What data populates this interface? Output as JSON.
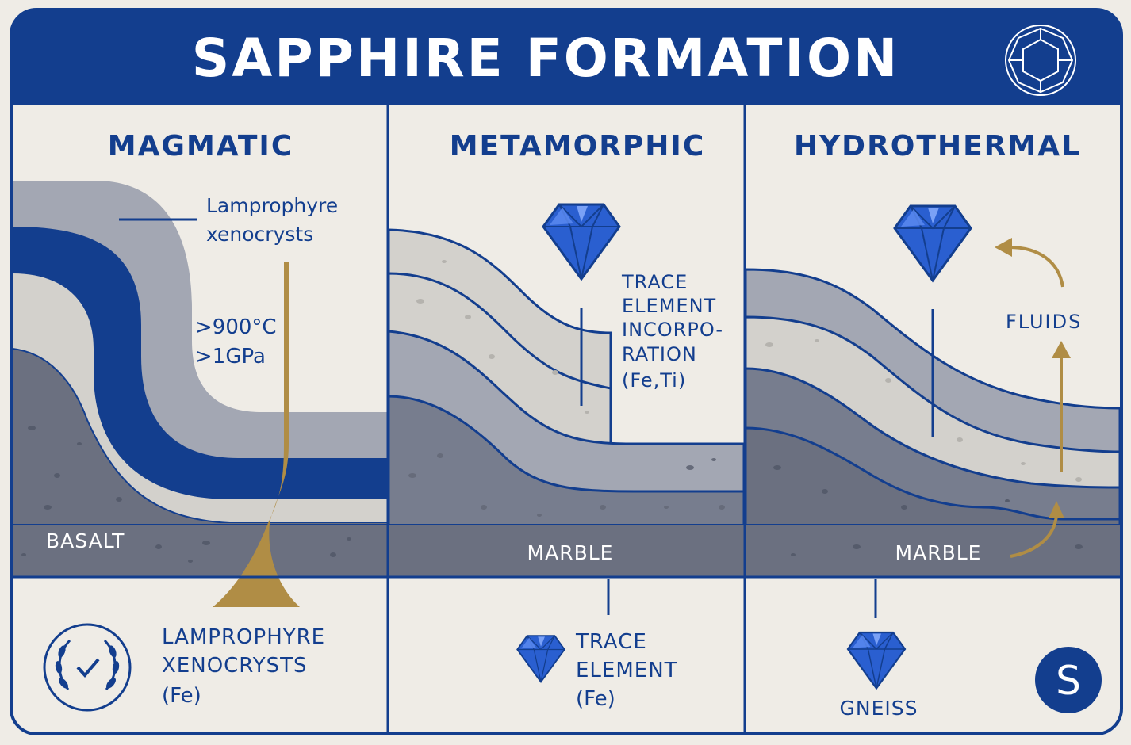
{
  "title": "SAPPHIRE FORMATION",
  "colors": {
    "navy": "#133e8e",
    "gold": "#b08d45",
    "paper": "#efece6",
    "light_rock": "#d3d1cc",
    "mid_rock": "#a3a7b3",
    "dark_rock": "#777d8e",
    "base_rock": "#6b7080",
    "gem": "#2a5fd0"
  },
  "panels": [
    {
      "heading": "MAGMATIC",
      "callout": [
        "Lamprophyre",
        "xenocrysts"
      ],
      "conditions": [
        ">900°C",
        ">1GPa"
      ],
      "base_label": "BASALT",
      "footer": [
        "LAMPROPHYRE",
        "XENOCRYSTS",
        "(Fe)"
      ],
      "footer_icon": "laurel-check-badge-icon"
    },
    {
      "heading": "METAMORPHIC",
      "callout": [
        "TRACE",
        "ELEMENT",
        "INCORPO-",
        "RATION",
        "(Fe,Ti)"
      ],
      "base_label": "MARBLE",
      "footer": [
        "TRACE",
        "ELEMENT",
        "(Fe)"
      ]
    },
    {
      "heading": "HYDROTHERMAL",
      "callout": [
        "FLUIDS"
      ],
      "base_label": "MARBLE",
      "footer": [
        "GNEISS"
      ],
      "footer_icon": "s-monogram-icon",
      "footer_icon_letter": "S"
    }
  ]
}
